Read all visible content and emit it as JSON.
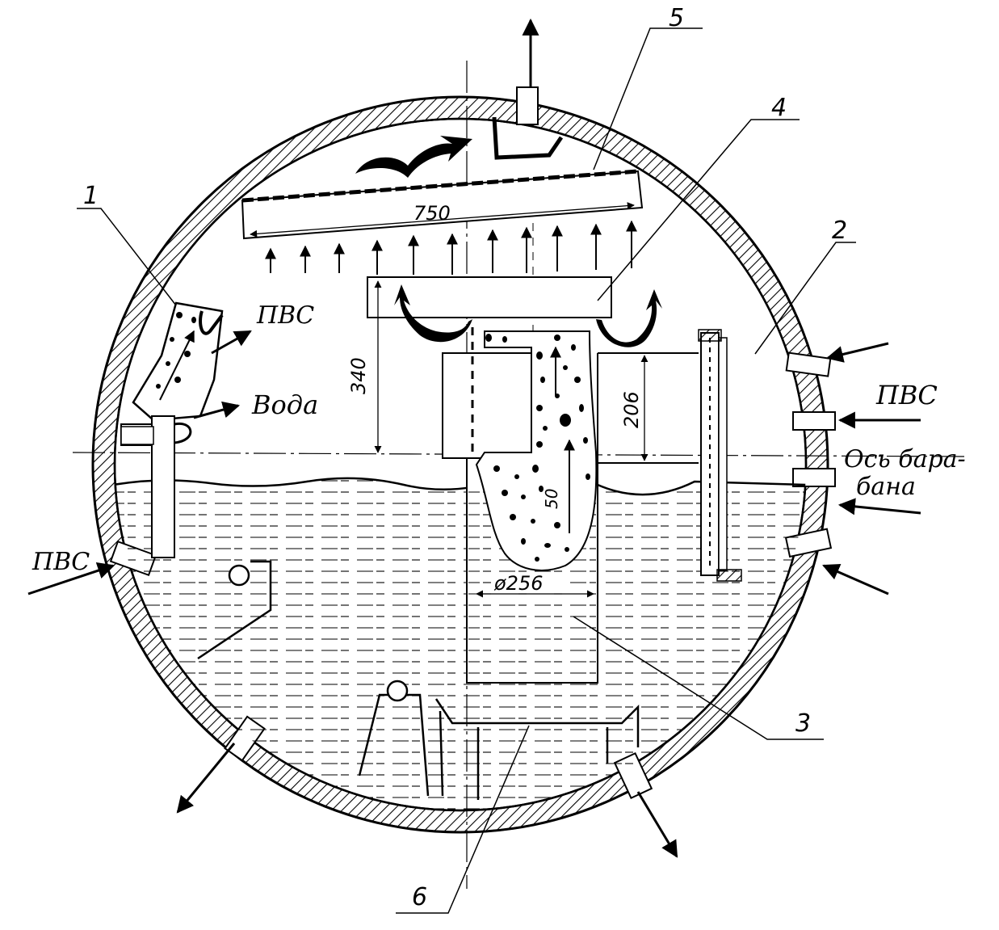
{
  "callouts": {
    "c1": "1",
    "c2": "2",
    "c3": "3",
    "c4": "4",
    "c5": "5",
    "c6": "6"
  },
  "labels": {
    "pvs_top_left": "ПВС",
    "voda": "Вода",
    "pvs_right": "ПВС",
    "pvs_left": "ПВС",
    "axis_line1": "Ось бара-",
    "axis_line2": "бана"
  },
  "dimensions": {
    "width_top": "750",
    "height_left": "340",
    "height_right": "206",
    "inner": "50",
    "diameter": "ø256"
  },
  "colors": {
    "ink": "#000000",
    "paper": "#ffffff"
  }
}
